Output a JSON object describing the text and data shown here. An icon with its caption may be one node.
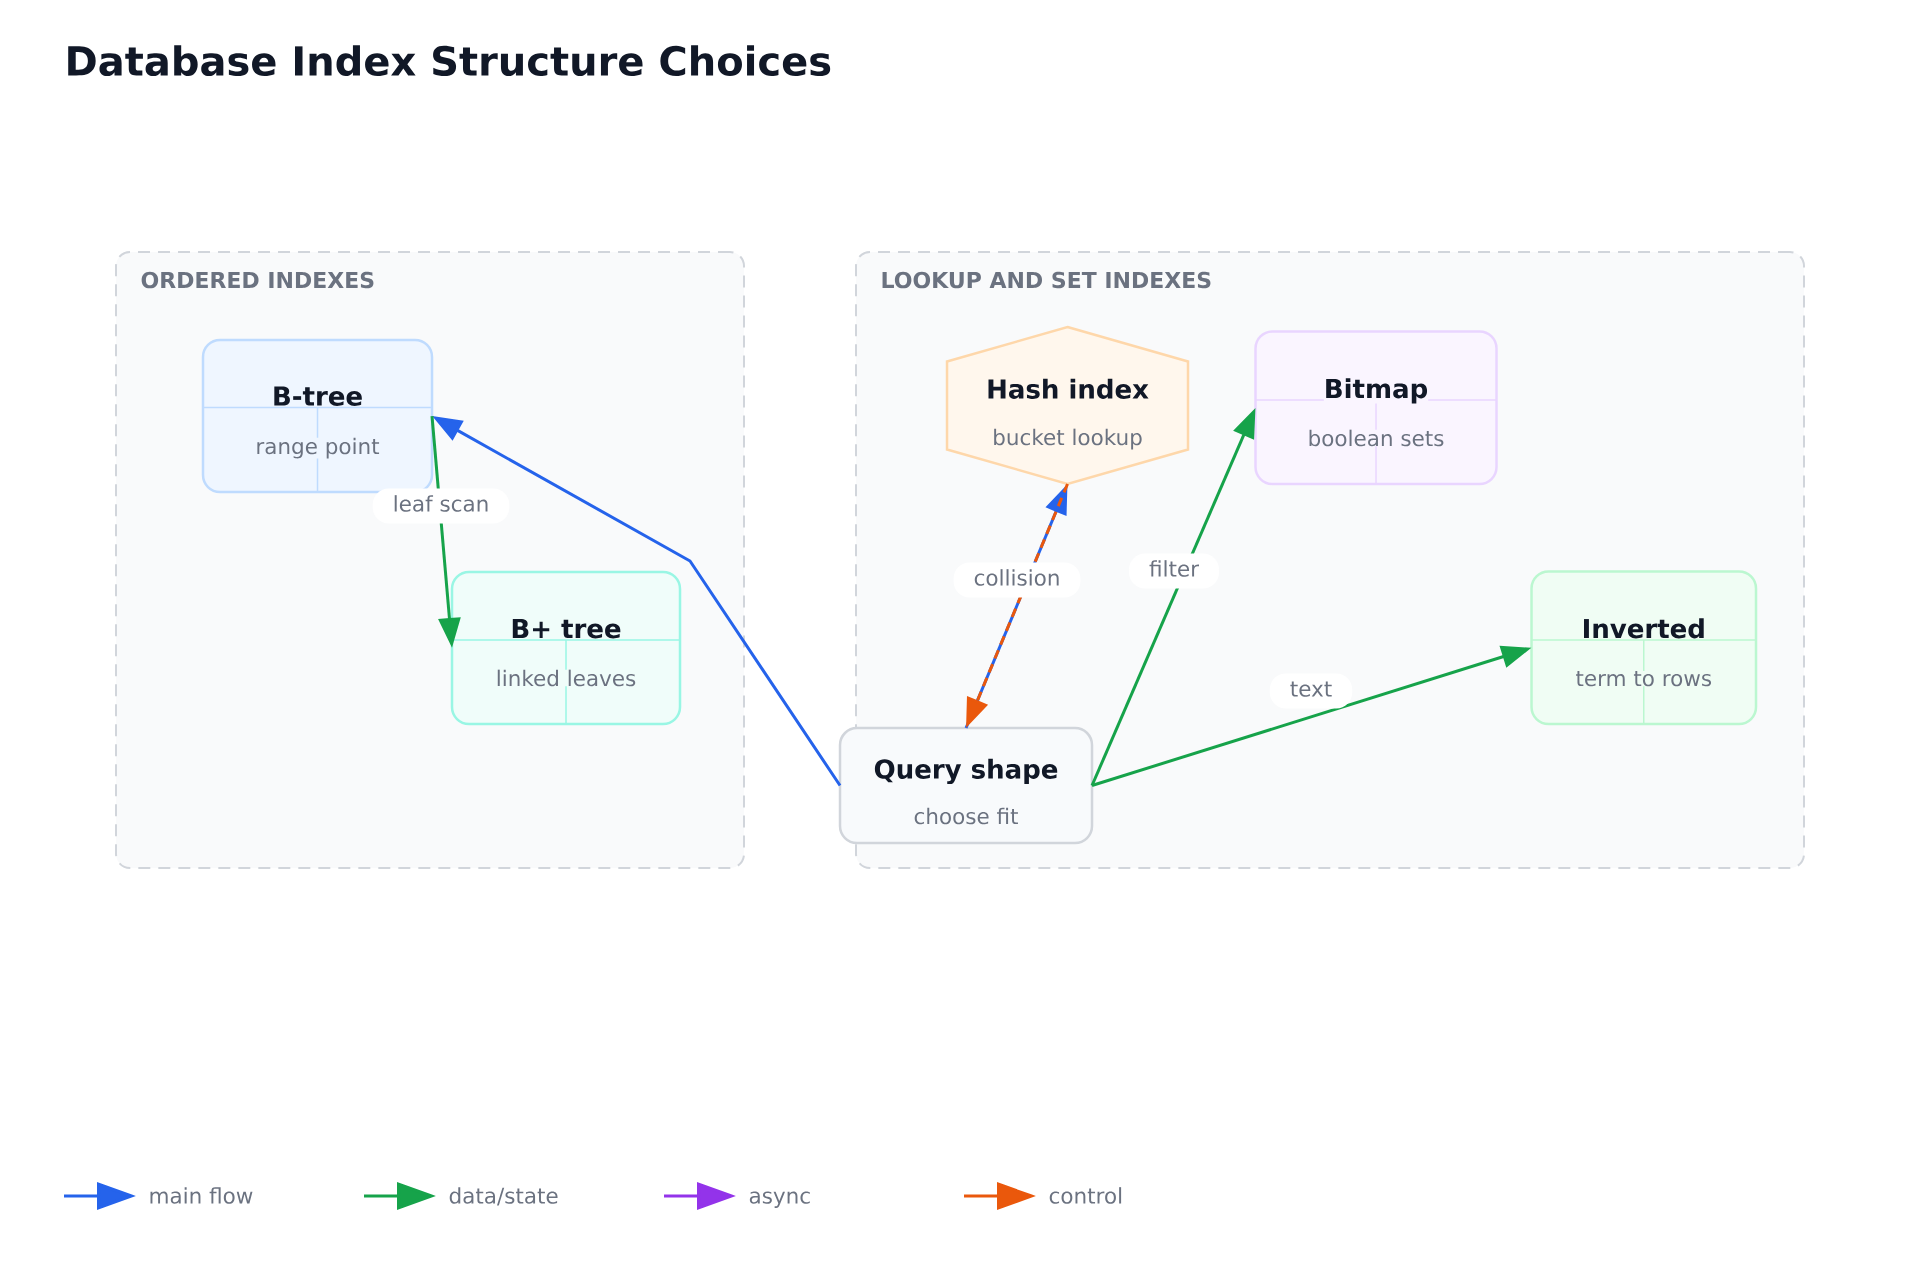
{
  "diagram": {
    "title": "Database Index Structure Choices",
    "nodes": [
      {
        "text": [
          "ORDERED INDEXES"
        ]
      },
      {
        "text": [
          "B-tree",
          "range point"
        ],
        "in": 0
      },
      {
        "text": [
          "B+ tree",
          "linked leaves"
        ],
        "in": 0
      },
      {
        "text": [
          "LOOKUP AND SET INDEXES"
        ]
      },
      {
        "text": [
          "Hash index",
          "bucket lookup"
        ],
        "in": 3
      },
      {
        "text": [
          "Bitmap",
          "boolean sets"
        ],
        "in": 3
      },
      {
        "text": [
          "Inverted",
          "term to rows"
        ],
        "in": 3
      },
      {
        "text": [
          "Query shape",
          "choose fit"
        ]
      }
    ],
    "edges": [
      {
        "from": 7,
        "to": 1,
        "arrow": "to",
        "color": "#2563eb"
      },
      {
        "from": 1,
        "to": 2,
        "arrow": "to",
        "label": "leaf scan"
      },
      {
        "from": 7,
        "to": 4,
        "arrow": "to",
        "color": "#2563eb"
      },
      {
        "from": 4,
        "to": 7,
        "arrow": "to",
        "label": "collision",
        "style": "dashed",
        "color": "#ea580c"
      },
      {
        "from": 7,
        "to": 5,
        "arrow": "to",
        "label": "filter"
      },
      {
        "from": 7,
        "to": 6,
        "arrow": "to",
        "label": "text"
      }
    ],
    "legend": [
      {
        "text": "main flow"
      },
      {
        "text": "data/state"
      },
      {
        "text": "async"
      },
      {
        "text": "control"
      }
    ]
  }
}
